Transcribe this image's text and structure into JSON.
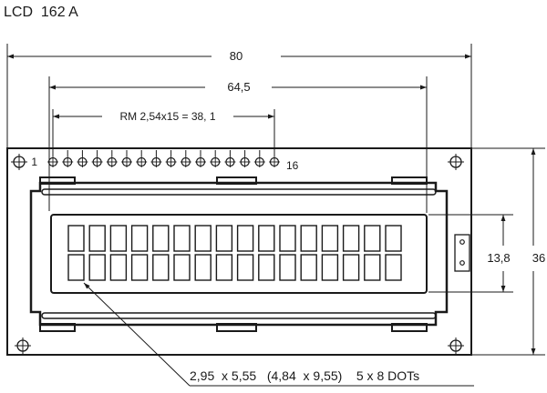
{
  "title": "LCD  162 A",
  "dimensions": {
    "overall_width": "80",
    "hole_span": "64,5",
    "pin_span": "RM 2,54x15 = 38, 1",
    "viewing_height": "13,8",
    "overall_height": "36"
  },
  "pins": {
    "first": "1",
    "last": "16",
    "count": 16
  },
  "display": {
    "rows": 2,
    "cols": 16
  },
  "note": "2,95  x 5,55   (4,84  x 9,55)    5 x 8 DOTs"
}
